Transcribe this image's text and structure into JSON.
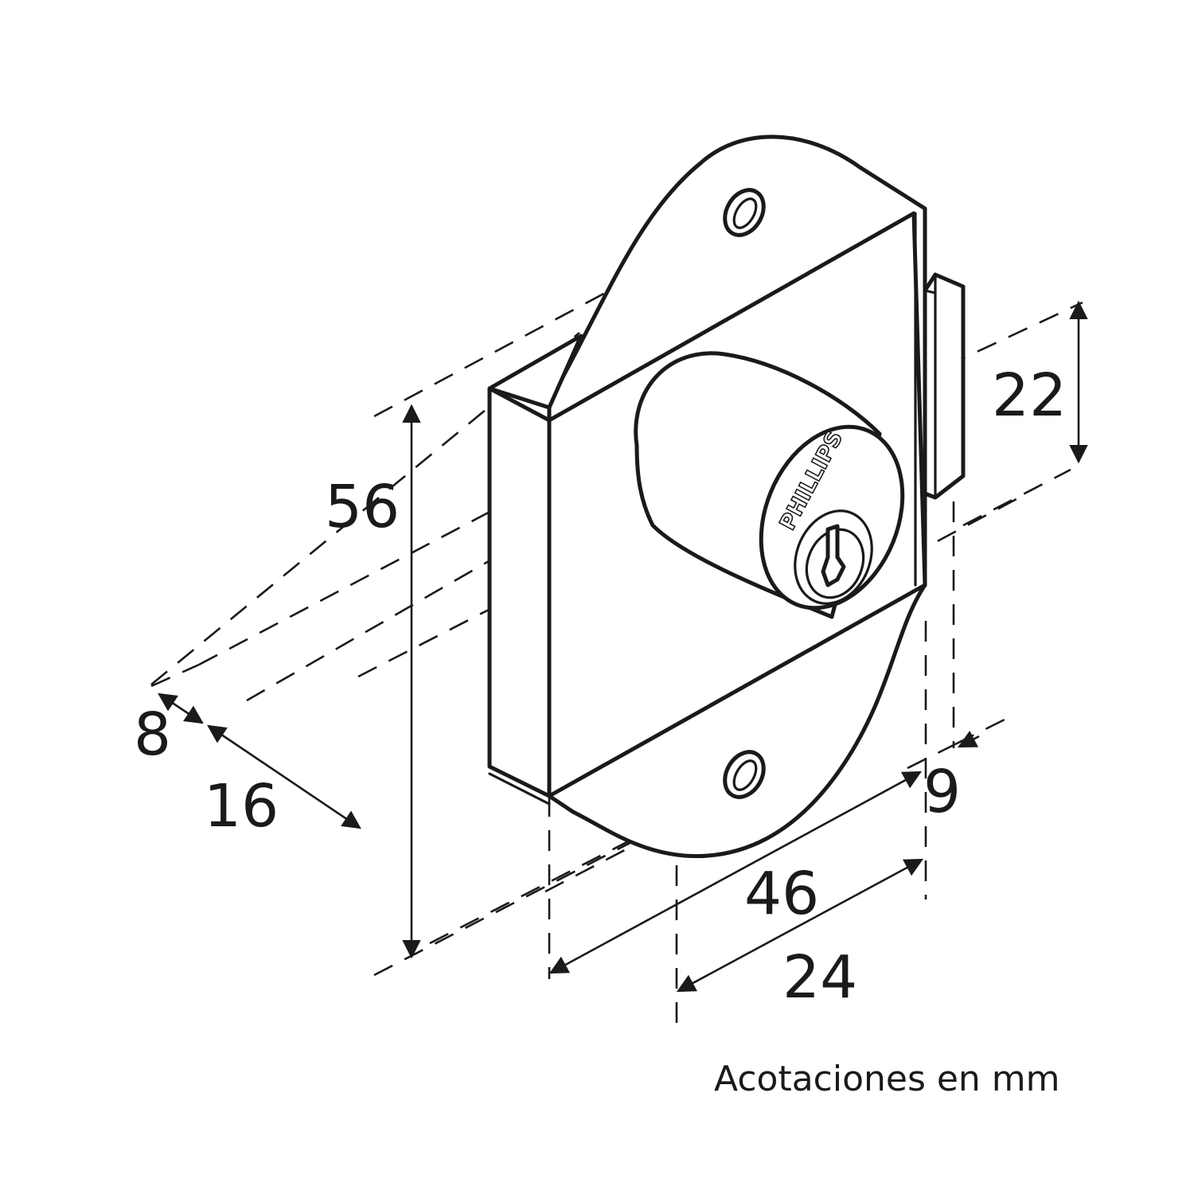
{
  "dimensions": {
    "height_total": "56",
    "bolt_height": "22",
    "depth_front": "8",
    "depth_body": "16",
    "width_total": "46",
    "cylinder_offset": "24",
    "bolt_projection": "9"
  },
  "brand_mark": "PHILLIPS",
  "units_note": "Acotaciones en mm",
  "colors": {
    "line": "#1a1a1a",
    "background": "#ffffff"
  }
}
